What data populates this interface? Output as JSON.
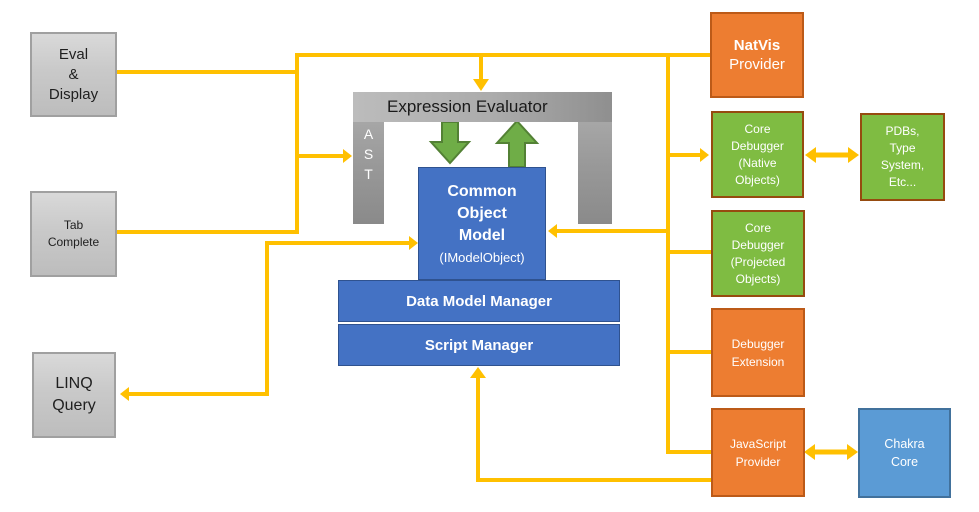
{
  "title": "Debugger Data Model Architecture Diagram",
  "colors": {
    "yellow": "#FFC000",
    "gray_border": "#A0A0A0",
    "blue_fill": "#4472C4",
    "blue_border": "#2F528F",
    "light_blue_fill": "#5B9BD5",
    "light_blue_border": "#41719C",
    "orange_fill": "#ED7D31",
    "orange_border": "#BC5A18",
    "green_fill": "#7FBC42",
    "green_border": "#964B0F",
    "green_arrow": "#6FAD47",
    "green_arrow_border": "#538135"
  },
  "left_column": {
    "eval_display": {
      "label": "Eval\n&\nDisplay"
    },
    "tab_complete": {
      "label": "Tab\nComplete"
    },
    "linq_query": {
      "label": "LINQ\nQuery"
    }
  },
  "center": {
    "expression_evaluator": {
      "label": "Expression Evaluator"
    },
    "ast": {
      "label": "A\nS\nT"
    },
    "common_object_model": {
      "title": "Common\nObject\nModel",
      "subtitle": "(IModelObject)"
    },
    "data_model_manager": {
      "label": "Data Model Manager"
    },
    "script_manager": {
      "label": "Script Manager"
    }
  },
  "right_column": {
    "natvis_provider": {
      "title": "NatVis",
      "subtitle": "Provider"
    },
    "core_debugger_native": {
      "label": "Core\nDebugger\n(Native\nObjects)"
    },
    "pdbs_type_system": {
      "label": "PDBs,\nType\nSystem,\nEtc..."
    },
    "core_debugger_projected": {
      "label": "Core\nDebugger\n(Projected\nObjects)"
    },
    "debugger_extension": {
      "label": "Debugger\nExtension"
    },
    "javascript_provider": {
      "label": "JavaScript\nProvider"
    },
    "chakra_core": {
      "label": "Chakra\nCore"
    }
  }
}
